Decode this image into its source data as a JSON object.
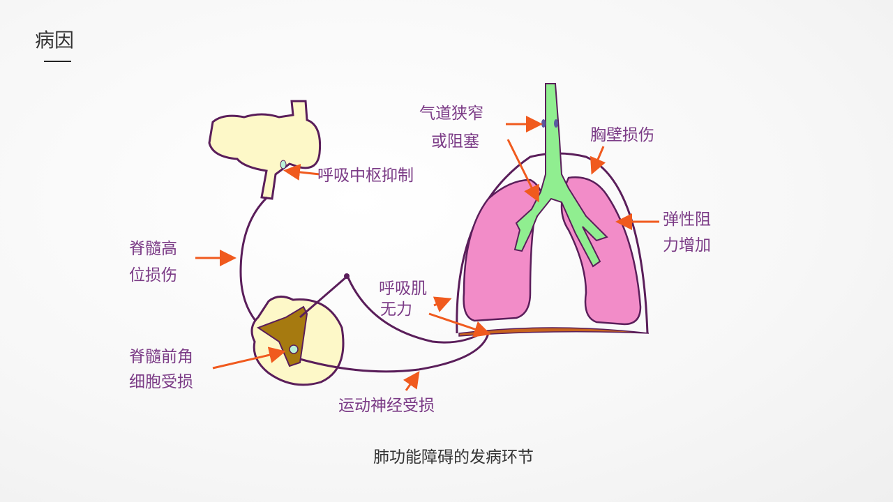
{
  "slide": {
    "title": "病因",
    "caption": "肺功能障碍的发病环节"
  },
  "diagram": {
    "labels": {
      "respiratory_center": "呼吸中枢抑制",
      "airway_line1": "气道狭窄",
      "airway_line2": "或阻塞",
      "chest_wall": "胸壁损伤",
      "elastic_line1": "弹性阻",
      "elastic_line2": "力增加",
      "high_spinal_line1": "脊髓高",
      "high_spinal_line2": "位损伤",
      "muscle_line1": "呼吸肌",
      "muscle_line2": "无力",
      "anterior_horn_line1": "脊髓前角",
      "anterior_horn_line2": "细胞受损",
      "motor_nerve": "运动神经受损"
    },
    "colors": {
      "outline": "#5a1e5a",
      "brain": "#fdf8c8",
      "lung": "#f28cc8",
      "airway": "#90ee90",
      "arrow": "#f05a1e",
      "diaphragm": "#c8641e",
      "grey_matter": "#a67a10"
    }
  }
}
